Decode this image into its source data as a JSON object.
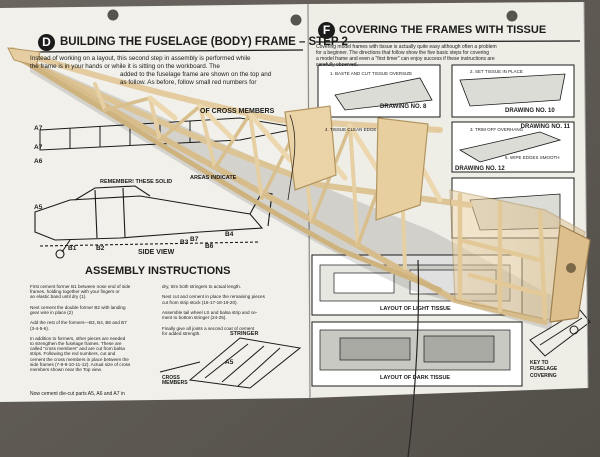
{
  "colors": {
    "background": "#5e5a54",
    "paper": "#f1f0ea",
    "ink": "#1b1b1b",
    "balsa": "#e2c99d",
    "balsa_dark": "#b89a68",
    "tissue_diagram": "#c9c9c3"
  },
  "left_sheet": {
    "step_badge": "D",
    "heading": "BUILDING THE FUSELAGE (BODY) FRAME – STEP 2",
    "intro_line_1": "Instead of working on a layout, this second step in assembly is performed while",
    "intro_line_2": "the frame is in your hands or while it is sitting on the workboard. The",
    "intro_line_3": "added to the fuselage frame are shown on the top and",
    "intro_line_4": "as follow. As before, follow small red numbers for",
    "cross_members_heading": "OF CROSS MEMBERS",
    "remember_note": "REMEMBER! THESE SOLID",
    "areas_note": "AREAS INDICATE",
    "side_view_label": "SIDE VIEW",
    "assembly_heading": "ASSEMBLY INSTRUCTIONS",
    "col1_text": [
      "First cement former B1 between nose end of side",
      "frames, holding together with your fingers or",
      "an elastic band until dry (1).",
      "",
      "Next cement the double former B2 with landing",
      "gear wire in place (2)",
      "",
      "Add the rest of the formers—B3, B4, B6 and B7",
      "(3-4-5-6).",
      "",
      "In addition to formers, other pieces are needed",
      "to strengthen the fuselage frames. These are",
      "called \"cross members\" and are cut from balsa",
      "strips. Following the red numbers, cut and",
      "cement the cross members in place between the",
      "side frames (7-8-9-10-11-12). Actual size of cross",
      "members shown near the Top view."
    ],
    "col2_text": [
      "dry, trim both stringers to actual length.",
      "",
      "Next cut and cement in place the remaining pieces",
      "cut from strip stock (16-17-18-19-20).",
      "",
      "Assemble tail wheel LS and balsa strip and ce-",
      "ment to bottom stringer (24-25).",
      "",
      "Finally give all joints a second coat of cement",
      "for added strength."
    ],
    "stringer_label": "STRINGER",
    "cross_members_label": "CROSS MEMBERS",
    "footer_note": "Now cement die-cut parts A5, A6 and A7 in",
    "part_labels": [
      "A7",
      "A7",
      "A6",
      "A5",
      "B1",
      "B2",
      "B3",
      "B4",
      "B6",
      "B7",
      "A5"
    ]
  },
  "right_sheet": {
    "step_badge": "F",
    "heading": "COVERING THE FRAMES WITH TISSUE",
    "intro_line_1": "Covering model frames with tissue is actually quite easy although often a problem",
    "intro_line_2": "for a beginner. The directions that follow show the five basic steps for covering",
    "intro_line_3": "a model frame and even a \"first timer\" can enjoy success if these instructions are",
    "intro_line_4": "carefully observed.",
    "drawing_labels": [
      "DRAWING NO. 8",
      "DRAWING NO. 10",
      "DRAWING NO. 11",
      "DRAWING NO. 12"
    ],
    "drawing_notes": [
      "1. BASTE AND CUT TISSUE OVERSIZE",
      "2. SET TISSUE IN PLACE",
      "3. TRIM OFF OVERHANG",
      "4. TISSUE CLEAN EDGE",
      "5. WIPE EDGES SMOOTH"
    ],
    "layout_light": "LAYOUT OF LIGHT TISSUE",
    "layout_dark": "LAYOUT OF DARK TISSUE",
    "key_label": "KEY TO FUSELAGE COVERING"
  }
}
